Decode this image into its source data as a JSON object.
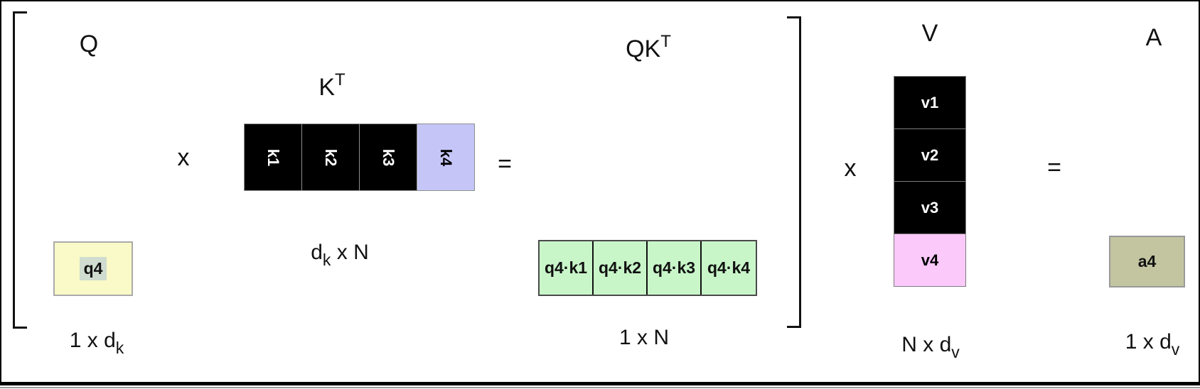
{
  "colors": {
    "k4_lavender": "#c5c6f7",
    "q4_yellow": "#fafac8",
    "q4_text_highlight": "#cfdccf",
    "result_green": "#c9f6c9",
    "v4_pink": "#fbc9fa",
    "a4_olive": "#c3c5a1",
    "key_value_black": "#000000"
  },
  "labels": {
    "q": "Q",
    "k_base": "K",
    "k_sup": "T",
    "qk_base": "QK",
    "qk_sup": "T",
    "v": "V",
    "a": "A",
    "times_left": "x",
    "equals_left": "=",
    "times_right": "x",
    "equals_right": "="
  },
  "matrices": {
    "q": {
      "cell": "q4"
    },
    "kt": {
      "cells": [
        "k1",
        "k2",
        "k3",
        "k4"
      ]
    },
    "qkt": {
      "cells": [
        "q4·k1",
        "q4·k2",
        "q4·k3",
        "q4·k4"
      ]
    },
    "v": {
      "cells": [
        "v1",
        "v2",
        "v3",
        "v4"
      ]
    },
    "a": {
      "cell": "a4"
    }
  },
  "dims": {
    "q": {
      "main": "1 x d",
      "sub": "k"
    },
    "kt": {
      "main": "d",
      "sub": "k",
      "tail": " x N"
    },
    "qkt": {
      "main": "1 x N"
    },
    "v": {
      "main": "N x d",
      "sub": "v"
    },
    "a": {
      "main": "1 x d",
      "sub": "v"
    }
  }
}
